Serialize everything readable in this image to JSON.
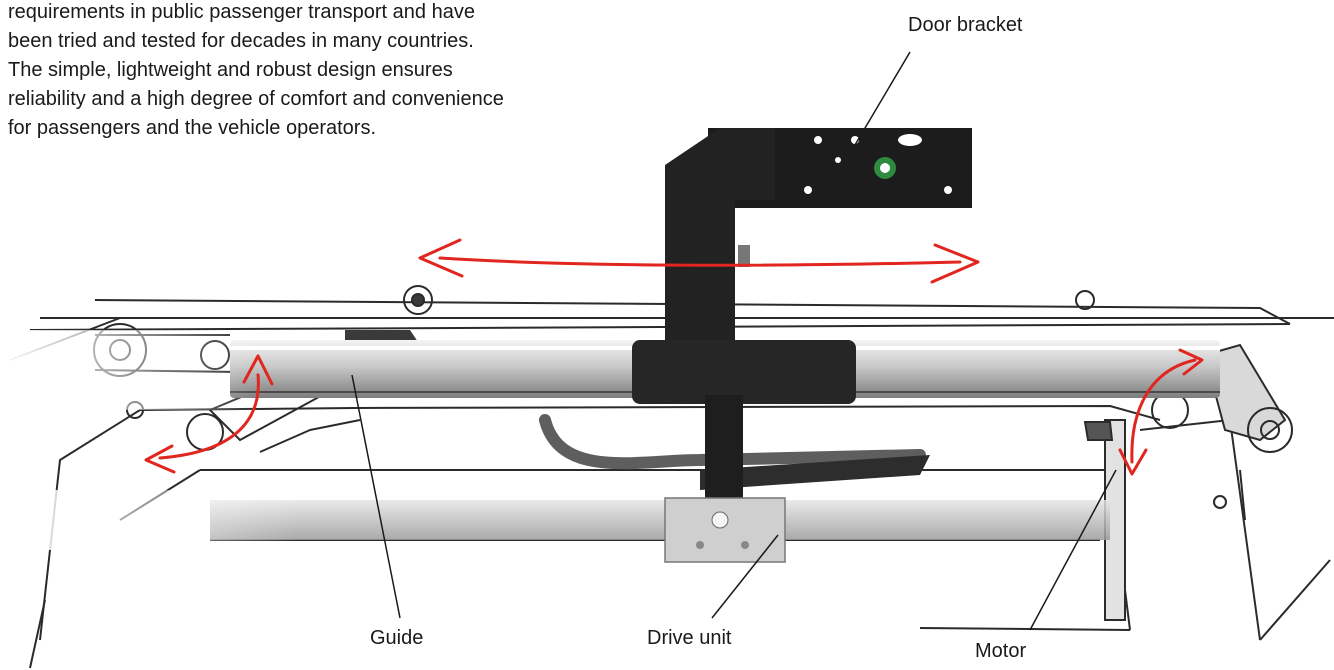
{
  "intro": {
    "lines": [
      "requirements in public passenger transport and have",
      "been tried and tested for decades in many countries.",
      "The simple, lightweight and robust design ensures",
      "reliability and a high degree of comfort and convenience",
      "for passengers and the vehicle operators."
    ]
  },
  "callouts": {
    "door_bracket": "Door bracket",
    "guide": "Guide",
    "drive_unit": "Drive unit",
    "motor": "Motor"
  },
  "colors": {
    "text": "#1a1a1a",
    "sketch": "#2b2b2b",
    "arrow": "#e0261f",
    "metal_dark": "#1c1c1c"
  }
}
